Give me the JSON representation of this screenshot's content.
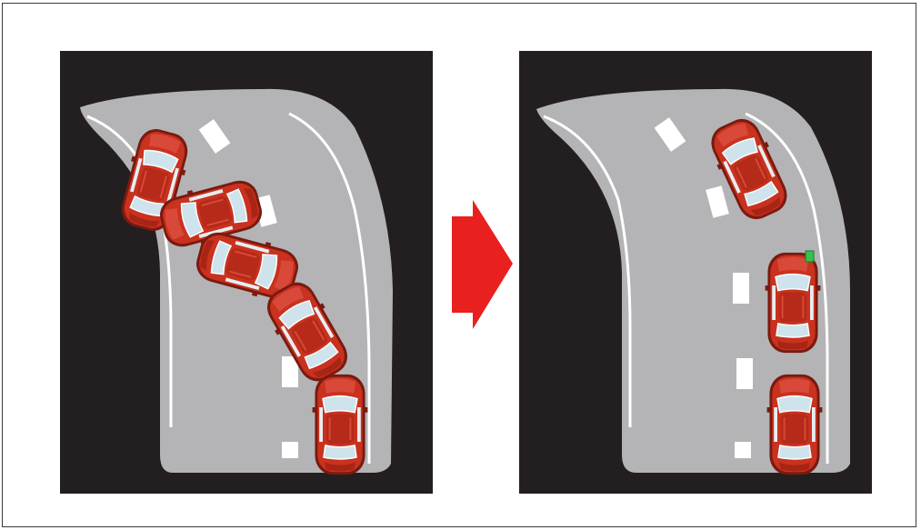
{
  "figure": {
    "panels": [
      {
        "id": "before",
        "description_name": "left-panel"
      },
      {
        "id": "after",
        "description_name": "right-panel"
      }
    ],
    "colors": {
      "background": "#231f20",
      "road": "#b4b4b6",
      "lane_marking": "#ffffff",
      "car_body": "#c8321e",
      "car_dark": "#7a1a10",
      "car_glass": "#cfe3ec",
      "arrow": "#e8201e",
      "indicator": "#33c24a"
    },
    "icons": {
      "transition_arrow": "arrow-right-icon",
      "car": "car-icon"
    }
  }
}
